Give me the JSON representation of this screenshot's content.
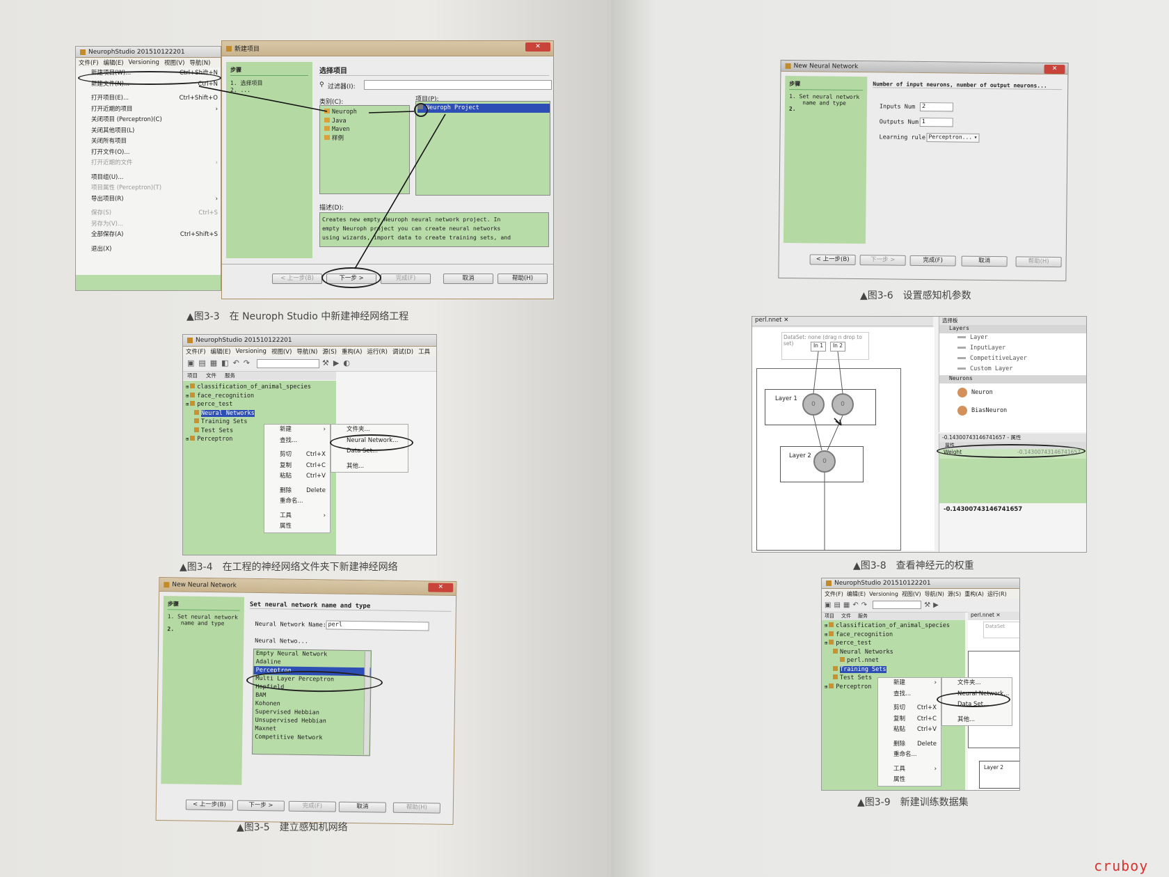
{
  "figures": {
    "f33": {
      "caption": "▲图3-3　在 Neuroph Studio 中新建神经网络工程",
      "app_title": "NeurophStudio 201510122201",
      "menubar": [
        "文件(F)",
        "编辑(E)",
        "Versioning",
        "视图(V)",
        "导航(N)"
      ],
      "file_menu": [
        {
          "label": "新建项目(W)...",
          "key": "Ctrl+Shift+N",
          "dim": false
        },
        {
          "label": "新建文件(N)...",
          "key": "Ctrl+N",
          "dim": false
        },
        {
          "sep": true
        },
        {
          "label": "打开项目(E)...",
          "key": "Ctrl+Shift+O",
          "dim": false
        },
        {
          "label": "打开近期的项目",
          "key": "›",
          "dim": false
        },
        {
          "label": "关闭项目 (Perceptron)(C)",
          "key": "",
          "dim": false
        },
        {
          "label": "关闭其他项目(L)",
          "key": "",
          "dim": false
        },
        {
          "label": "关闭所有项目",
          "key": "",
          "dim": false
        },
        {
          "label": "打开文件(O)...",
          "key": "",
          "dim": false
        },
        {
          "label": "打开近期的文件",
          "key": "›",
          "dim": true
        },
        {
          "sep": true
        },
        {
          "label": "项目组(U)...",
          "key": "",
          "dim": false
        },
        {
          "label": "项目属性 (Perceptron)(T)",
          "key": "",
          "dim": true
        },
        {
          "label": "导出项目(R)",
          "key": "›",
          "dim": false
        },
        {
          "sep": true
        },
        {
          "label": "保存(S)",
          "key": "Ctrl+S",
          "dim": true
        },
        {
          "label": "另存为(V)...",
          "key": "",
          "dim": true
        },
        {
          "label": "全部保存(A)",
          "key": "Ctrl+Shift+S",
          "dim": false
        },
        {
          "sep": true
        },
        {
          "label": "退出(X)",
          "key": "",
          "dim": false
        }
      ],
      "dialog_title": "新建项目",
      "steps_title": "步骤",
      "steps": [
        "1.  选择项目",
        "2.  ..."
      ],
      "section_title": "选择项目",
      "filter_label": "过滤器(I):",
      "category_label": "类别(C):",
      "project_label": "项目(P):",
      "categories": [
        "Neuroph",
        "Java",
        "Maven",
        "样例"
      ],
      "projects": [
        "Neuroph Project"
      ],
      "desc_label": "描述(D):",
      "desc_lines": [
        "Creates new empty Neuroph neural network project. In",
        "empty Neuroph project you can create neural networks",
        "using wizards, import data to create training sets, and"
      ],
      "buttons": [
        "< 上一步(B)",
        "下一步 >",
        "完成(F)",
        "取消",
        "帮助(H)"
      ]
    },
    "f34": {
      "caption": "▲图3-4　在工程的神经网络文件夹下新建神经网络",
      "app_title": "NeurophStudio 201510122201",
      "menubar": [
        "文件(F)",
        "编辑(E)",
        "Versioning",
        "视图(V)",
        "导航(N)",
        "源(S)",
        "重构(A)",
        "运行(R)",
        "调试(D)",
        "工具"
      ],
      "tabs": [
        "项目",
        "文件",
        "服务"
      ],
      "tree": [
        "classification_of_animal_species",
        "face_recognition",
        "perce_test",
        "Neural Networks",
        "Training Sets",
        "Test Sets",
        "Perceptron"
      ],
      "context": [
        {
          "label": "新建",
          "key": "›"
        },
        {
          "label": "查找...",
          "key": ""
        },
        {
          "sep": true
        },
        {
          "label": "剪切",
          "key": "Ctrl+X"
        },
        {
          "label": "复制",
          "key": "Ctrl+C"
        },
        {
          "label": "粘贴",
          "key": "Ctrl+V"
        },
        {
          "sep": true
        },
        {
          "label": "删除",
          "key": "Delete"
        },
        {
          "label": "重命名...",
          "key": ""
        },
        {
          "sep": true
        },
        {
          "label": "工具",
          "key": "›"
        },
        {
          "label": "属性",
          "key": ""
        }
      ],
      "submenu": [
        "文件夹...",
        "Neural Network...",
        "Data Set...",
        "其他..."
      ]
    },
    "f35": {
      "caption": "▲图3-5　建立感知机网络",
      "dialog_title": "New Neural Network",
      "steps_title": "步骤",
      "steps": [
        "1.  Set neural network",
        "    name and type",
        "2."
      ],
      "section_title": "Set neural network name and type",
      "name_label": "Neural Network Name:",
      "name_value": "perl",
      "type_label": "Neural Netwo...",
      "types": [
        "Empty Neural Network",
        "Adaline",
        "Perceptron",
        "Multi Layer Perceptron",
        "Hopfield",
        "BAM",
        "Kohonen",
        "Supervised Hebbian",
        "Unsupervised Hebbian",
        "Maxnet",
        "Competitive Network"
      ],
      "selected_type": "Perceptron",
      "buttons": [
        "< 上一步(B)",
        "下一步 >",
        "完成(F)",
        "取消",
        "帮助(H)"
      ]
    },
    "f36": {
      "caption": "▲图3-6　设置感知机参数",
      "dialog_title": "New Neural Network",
      "steps_title": "步骤",
      "steps": [
        "1.  Set neural network",
        "    name and type",
        "2."
      ],
      "section_title": "Number of input neurons, number of output neurons...",
      "inputs_label": "Inputs Num",
      "inputs_value": "2",
      "outputs_label": "Outputs Num",
      "outputs_value": "1",
      "rule_label": "Learning rule",
      "rule_value": "Perceptron...",
      "buttons": [
        "< 上一步(B)",
        "下一步 >",
        "完成(F)",
        "取消",
        "帮助(H)"
      ]
    },
    "f38": {
      "caption": "▲图3-8　查看神经元的权重",
      "tab": "perl.nnet",
      "dataset_text": "DataSet: none (drag n drop to set)",
      "inputs": [
        "In 1",
        "In 2"
      ],
      "layer1": "Layer 1",
      "layer2": "Layer 2",
      "palette_title": "选择板",
      "palette_layers_title": "Layers",
      "palette_layers": [
        "Layer",
        "InputLayer",
        "CompetitiveLayer",
        "Custom Layer"
      ],
      "palette_neurons_title": "Neurons",
      "palette_neurons": [
        "Neuron",
        "BiasNeuron"
      ],
      "props_title": "-0.14300743146741657 - 属性",
      "props_section": "属性",
      "weight_label": "Weight",
      "weight_value": "-0.14300743146741657",
      "bottom_value": "-0.14300743146741657"
    },
    "f39": {
      "caption": "▲图3-9　新建训练数据集",
      "app_title": "NeurophStudio 201510122201",
      "menubar": [
        "文件(F)",
        "编辑(E)",
        "Versioning",
        "视图(V)",
        "导航(N)",
        "源(S)",
        "重构(A)",
        "运行(R)"
      ],
      "tabs": [
        "项目",
        "文件",
        "服务"
      ],
      "tree": [
        "classification_of_animal_species",
        "face_recognition",
        "perce_test",
        "Neural Networks",
        "perl.nnet",
        "Training Sets",
        "Test Sets",
        "Perceptron"
      ],
      "editor_tab": "perl.nnet",
      "dataset_text": "DataSet",
      "layer_text": "Layer 2",
      "context": [
        {
          "label": "新建",
          "key": "›"
        },
        {
          "label": "查找...",
          "key": ""
        },
        {
          "sep": true
        },
        {
          "label": "剪切",
          "key": "Ctrl+X"
        },
        {
          "label": "复制",
          "key": "Ctrl+C"
        },
        {
          "label": "粘贴",
          "key": "Ctrl+V"
        },
        {
          "sep": true
        },
        {
          "label": "删除",
          "key": "Delete"
        },
        {
          "label": "重命名...",
          "key": ""
        },
        {
          "sep": true
        },
        {
          "label": "工具",
          "key": "›"
        },
        {
          "label": "属性",
          "key": ""
        }
      ],
      "submenu": [
        "文件夹...",
        "Neural Network...",
        "Data Set...",
        "其他..."
      ]
    }
  },
  "watermark": "cruboy",
  "colors": {
    "list_green": "#b7dca7",
    "selection": "#2d4fb5",
    "title_bar": "#c9b48e",
    "close": "#c8443a"
  }
}
